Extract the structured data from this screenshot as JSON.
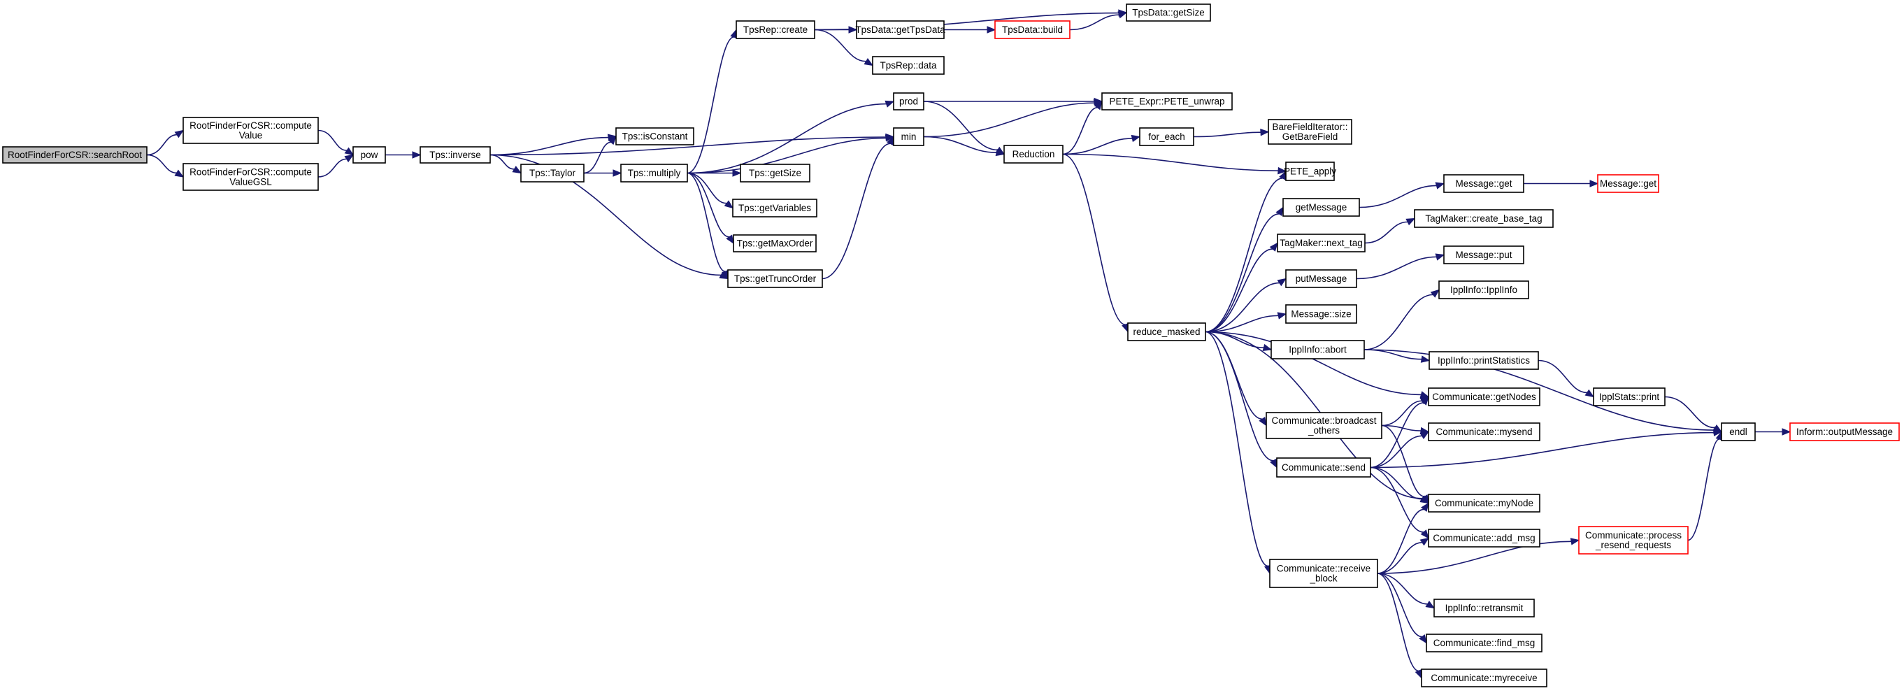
{
  "colors": {
    "edge": "#191970",
    "node_border": "#000000",
    "highlight_border": "#ff0000",
    "root_fill": "#bfbfbf",
    "node_fill": "#ffffff"
  },
  "nodes": {
    "searchRoot": {
      "lines": [
        "RootFinderForCSR::searchRoot"
      ],
      "style": "root"
    },
    "computeValue": {
      "lines": [
        "RootFinderForCSR::compute",
        "Value"
      ],
      "style": "normal"
    },
    "computeValueGSL": {
      "lines": [
        "RootFinderForCSR::compute",
        "ValueGSL"
      ],
      "style": "normal"
    },
    "pow": {
      "lines": [
        "pow"
      ],
      "style": "normal"
    },
    "inverse": {
      "lines": [
        "Tps::inverse"
      ],
      "style": "normal"
    },
    "taylor": {
      "lines": [
        "Tps::Taylor"
      ],
      "style": "normal"
    },
    "isConstant": {
      "lines": [
        "Tps::isConstant"
      ],
      "style": "normal"
    },
    "multiply": {
      "lines": [
        "Tps::multiply"
      ],
      "style": "normal"
    },
    "tpsRepCreate": {
      "lines": [
        "TpsRep::create"
      ],
      "style": "normal"
    },
    "getTpsData": {
      "lines": [
        "TpsData::getTpsData"
      ],
      "style": "normal"
    },
    "tpsDataBuild": {
      "lines": [
        "TpsData::build"
      ],
      "style": "highlight"
    },
    "tpsDataGetSize": {
      "lines": [
        "TpsData::getSize"
      ],
      "style": "normal"
    },
    "tpsRepData": {
      "lines": [
        "TpsRep::data"
      ],
      "style": "normal"
    },
    "prod": {
      "lines": [
        "prod"
      ],
      "style": "normal"
    },
    "min": {
      "lines": [
        "min"
      ],
      "style": "normal"
    },
    "tpsGetSize": {
      "lines": [
        "Tps::getSize"
      ],
      "style": "normal"
    },
    "getVariables": {
      "lines": [
        "Tps::getVariables"
      ],
      "style": "normal"
    },
    "getMaxOrder": {
      "lines": [
        "Tps::getMaxOrder"
      ],
      "style": "normal"
    },
    "getTruncOrder": {
      "lines": [
        "Tps::getTruncOrder"
      ],
      "style": "normal"
    },
    "reduction": {
      "lines": [
        "Reduction"
      ],
      "style": "normal"
    },
    "peteUnwrap": {
      "lines": [
        "PETE_Expr::PETE_unwrap"
      ],
      "style": "normal"
    },
    "forEach": {
      "lines": [
        "for_each"
      ],
      "style": "normal"
    },
    "getBareField": {
      "lines": [
        "BareFieldIterator::",
        "GetBareField"
      ],
      "style": "normal"
    },
    "peteApply": {
      "lines": [
        "PETE_apply"
      ],
      "style": "normal"
    },
    "reduceMasked": {
      "lines": [
        "reduce_masked"
      ],
      "style": "normal"
    },
    "getMessage": {
      "lines": [
        "getMessage"
      ],
      "style": "normal"
    },
    "messageGet": {
      "lines": [
        "Message::get"
      ],
      "style": "normal"
    },
    "messageGet2": {
      "lines": [
        "Message::get"
      ],
      "style": "highlight"
    },
    "nextTag": {
      "lines": [
        "TagMaker::next_tag"
      ],
      "style": "normal"
    },
    "createBaseTag": {
      "lines": [
        "TagMaker::create_base_tag"
      ],
      "style": "normal"
    },
    "putMessage": {
      "lines": [
        "putMessage"
      ],
      "style": "normal"
    },
    "messagePut": {
      "lines": [
        "Message::put"
      ],
      "style": "normal"
    },
    "ipplInfo": {
      "lines": [
        "IpplInfo::IpplInfo"
      ],
      "style": "normal"
    },
    "messageSize": {
      "lines": [
        "Message::size"
      ],
      "style": "normal"
    },
    "abort": {
      "lines": [
        "IpplInfo::abort"
      ],
      "style": "normal"
    },
    "printStatistics": {
      "lines": [
        "IpplInfo::printStatistics"
      ],
      "style": "normal"
    },
    "getNodes": {
      "lines": [
        "Communicate::getNodes"
      ],
      "style": "normal"
    },
    "ipplStatsPrint": {
      "lines": [
        "IpplStats::print"
      ],
      "style": "normal"
    },
    "broadcastOthers": {
      "lines": [
        "Communicate::broadcast",
        "_others"
      ],
      "style": "normal"
    },
    "mysend": {
      "lines": [
        "Communicate::mysend"
      ],
      "style": "normal"
    },
    "endl": {
      "lines": [
        "endl"
      ],
      "style": "normal"
    },
    "outputMessage": {
      "lines": [
        "Inform::outputMessage"
      ],
      "style": "highlight"
    },
    "send": {
      "lines": [
        "Communicate::send"
      ],
      "style": "normal"
    },
    "myNode": {
      "lines": [
        "Communicate::myNode"
      ],
      "style": "normal"
    },
    "addMsg": {
      "lines": [
        "Communicate::add_msg"
      ],
      "style": "normal"
    },
    "processResend": {
      "lines": [
        "Communicate::process",
        "_resend_requests"
      ],
      "style": "highlight"
    },
    "receiveBlock": {
      "lines": [
        "Communicate::receive",
        "_block"
      ],
      "style": "normal"
    },
    "retransmit": {
      "lines": [
        "IpplInfo::retransmit"
      ],
      "style": "normal"
    },
    "findMsg": {
      "lines": [
        "Communicate::find_msg"
      ],
      "style": "normal"
    },
    "myreceive": {
      "lines": [
        "Communicate::myreceive"
      ],
      "style": "normal"
    }
  },
  "edges": [
    [
      "searchRoot",
      "computeValue"
    ],
    [
      "searchRoot",
      "computeValueGSL"
    ],
    [
      "computeValue",
      "pow"
    ],
    [
      "computeValueGSL",
      "pow"
    ],
    [
      "pow",
      "inverse"
    ],
    [
      "inverse",
      "min"
    ],
    [
      "inverse",
      "isConstant"
    ],
    [
      "inverse",
      "taylor"
    ],
    [
      "inverse",
      "getTruncOrder"
    ],
    [
      "taylor",
      "isConstant"
    ],
    [
      "taylor",
      "multiply"
    ],
    [
      "multiply",
      "tpsRepCreate"
    ],
    [
      "multiply",
      "prod"
    ],
    [
      "multiply",
      "min"
    ],
    [
      "multiply",
      "tpsGetSize"
    ],
    [
      "multiply",
      "getVariables"
    ],
    [
      "multiply",
      "getMaxOrder"
    ],
    [
      "multiply",
      "getTruncOrder"
    ],
    [
      "tpsRepCreate",
      "getTpsData"
    ],
    [
      "tpsRepCreate",
      "tpsDataGetSize"
    ],
    [
      "tpsRepCreate",
      "tpsRepData"
    ],
    [
      "getTpsData",
      "tpsDataBuild"
    ],
    [
      "tpsDataBuild",
      "tpsDataGetSize"
    ],
    [
      "getTruncOrder",
      "min"
    ],
    [
      "prod",
      "peteUnwrap"
    ],
    [
      "prod",
      "reduction"
    ],
    [
      "min",
      "peteUnwrap"
    ],
    [
      "min",
      "reduction"
    ],
    [
      "reduction",
      "peteUnwrap"
    ],
    [
      "reduction",
      "forEach"
    ],
    [
      "reduction",
      "peteApply"
    ],
    [
      "reduction",
      "reduceMasked"
    ],
    [
      "forEach",
      "getBareField"
    ],
    [
      "reduceMasked",
      "peteApply"
    ],
    [
      "reduceMasked",
      "getMessage"
    ],
    [
      "reduceMasked",
      "nextTag"
    ],
    [
      "reduceMasked",
      "putMessage"
    ],
    [
      "reduceMasked",
      "messageSize"
    ],
    [
      "reduceMasked",
      "abort"
    ],
    [
      "reduceMasked",
      "getNodes"
    ],
    [
      "reduceMasked",
      "broadcastOthers"
    ],
    [
      "reduceMasked",
      "send"
    ],
    [
      "reduceMasked",
      "myNode"
    ],
    [
      "reduceMasked",
      "receiveBlock"
    ],
    [
      "getMessage",
      "messageGet"
    ],
    [
      "messageGet",
      "messageGet2"
    ],
    [
      "nextTag",
      "createBaseTag"
    ],
    [
      "putMessage",
      "messagePut"
    ],
    [
      "abort",
      "ipplInfo"
    ],
    [
      "abort",
      "printStatistics"
    ],
    [
      "abort",
      "endl"
    ],
    [
      "printStatistics",
      "ipplStatsPrint"
    ],
    [
      "ipplStatsPrint",
      "endl"
    ],
    [
      "endl",
      "outputMessage"
    ],
    [
      "broadcastOthers",
      "getNodes"
    ],
    [
      "broadcastOthers",
      "mysend"
    ],
    [
      "broadcastOthers",
      "myNode"
    ],
    [
      "send",
      "getNodes"
    ],
    [
      "send",
      "mysend"
    ],
    [
      "send",
      "endl"
    ],
    [
      "send",
      "myNode"
    ],
    [
      "send",
      "addMsg"
    ],
    [
      "receiveBlock",
      "myNode"
    ],
    [
      "receiveBlock",
      "addMsg"
    ],
    [
      "receiveBlock",
      "processResend"
    ],
    [
      "receiveBlock",
      "retransmit"
    ],
    [
      "receiveBlock",
      "findMsg"
    ],
    [
      "receiveBlock",
      "myreceive"
    ],
    [
      "processResend",
      "endl"
    ]
  ]
}
